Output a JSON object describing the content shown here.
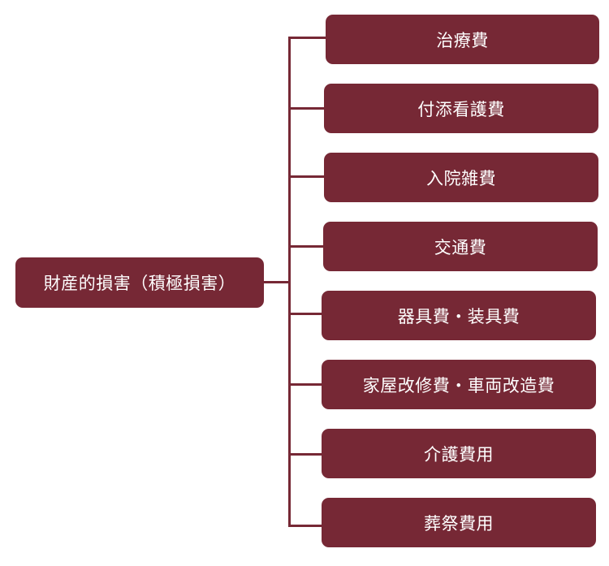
{
  "root": {
    "label": "財産的損害（積極損害）"
  },
  "branches": [
    {
      "label": "治療費"
    },
    {
      "label": "付添看護費"
    },
    {
      "label": "入院雑費"
    },
    {
      "label": "交通費"
    },
    {
      "label": "器具費・装具費"
    },
    {
      "label": "家屋改修費・車両改造費"
    },
    {
      "label": "介護費用"
    },
    {
      "label": "葬祭費用"
    }
  ],
  "colors": {
    "box": "#762835",
    "connector": "#762835",
    "text": "#ffffff"
  }
}
